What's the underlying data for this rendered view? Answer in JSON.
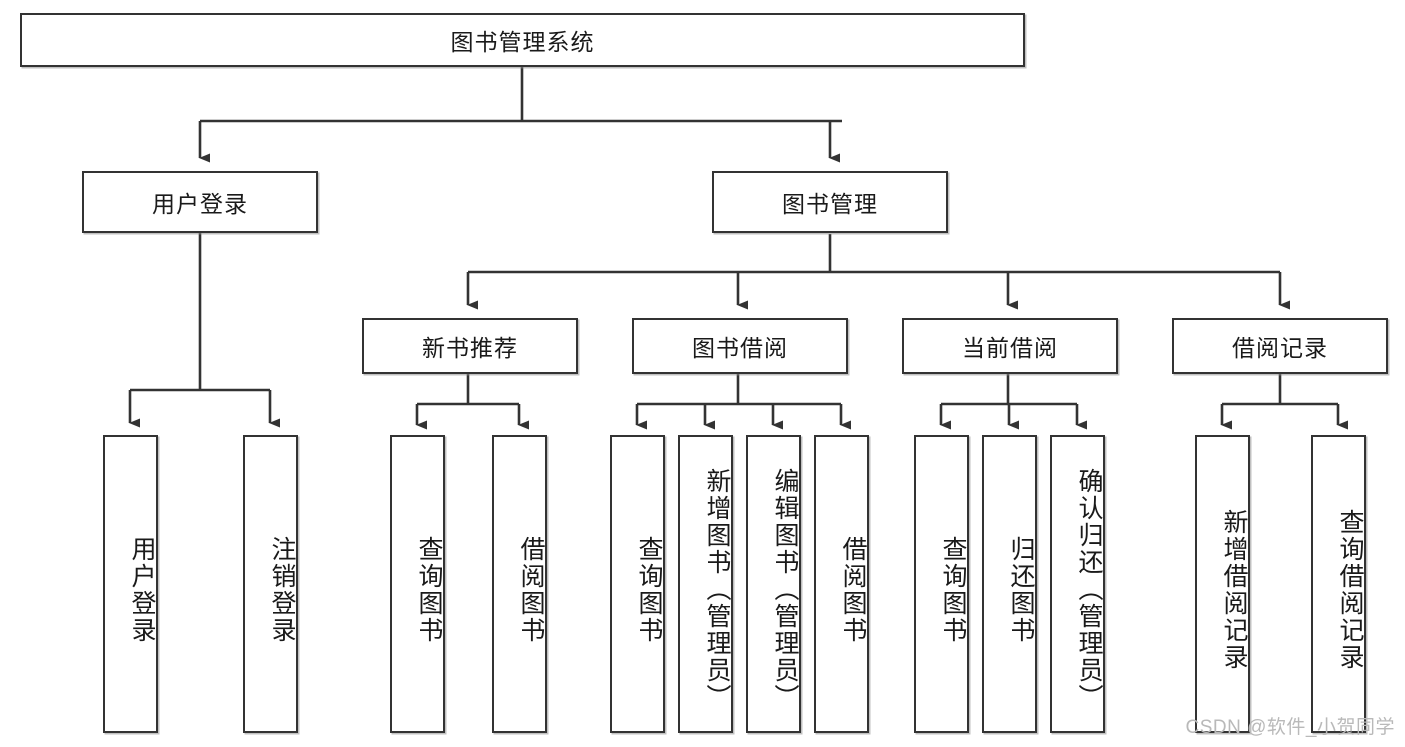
{
  "diagram": {
    "title": "图书管理系统",
    "type": "tree-hierarchy-chart",
    "root": {
      "label": "图书管理系统"
    },
    "level2": [
      {
        "label": "用户登录"
      },
      {
        "label": "图书管理"
      }
    ],
    "level3": [
      {
        "label": "新书推荐"
      },
      {
        "label": "图书借阅"
      },
      {
        "label": "当前借阅"
      },
      {
        "label": "借阅记录"
      }
    ],
    "leaves": {
      "user_login": [
        {
          "label": "用户登录"
        },
        {
          "label": "注销登录"
        }
      ],
      "new_book_recommend": [
        {
          "label": "查询图书"
        },
        {
          "label": "借阅图书"
        }
      ],
      "book_borrow": [
        {
          "label": "查询图书"
        },
        {
          "label": "新增图书（管理员）"
        },
        {
          "label": "编辑图书（管理员）"
        },
        {
          "label": "借阅图书"
        }
      ],
      "current_borrow": [
        {
          "label": "查询图书"
        },
        {
          "label": "归还图书"
        },
        {
          "label": "确认归还（管理员）"
        }
      ],
      "borrow_record": [
        {
          "label": "新增借阅记录"
        },
        {
          "label": "查询借阅记录"
        }
      ]
    }
  },
  "watermark": {
    "text": "CSDN @软件_小贺同学"
  },
  "colors": {
    "stroke": "#333333",
    "box_fill": "#ffffff",
    "text": "#1a1a1a",
    "watermark": "#b9b9b9",
    "background": "#ffffff"
  }
}
